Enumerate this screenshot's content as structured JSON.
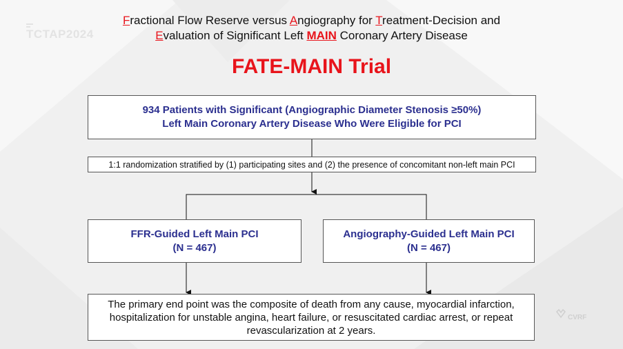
{
  "header": {
    "line1_parts": [
      {
        "text": "F",
        "style": "hl"
      },
      {
        "text": "ractional Flow Reserve versus ",
        "style": ""
      },
      {
        "text": "A",
        "style": "hl"
      },
      {
        "text": "ngiography for ",
        "style": ""
      },
      {
        "text": "T",
        "style": "hl"
      },
      {
        "text": "reatment-Decision and",
        "style": ""
      }
    ],
    "line2_parts": [
      {
        "text": "E",
        "style": "hl"
      },
      {
        "text": "valuation of Significant Left ",
        "style": ""
      },
      {
        "text": "MAIN",
        "style": "hlb"
      },
      {
        "text": " Coronary Artery Disease",
        "style": ""
      }
    ],
    "trial_name": "FATE-MAIN Trial"
  },
  "logo": {
    "text": "TCTAP2024"
  },
  "watermark": {
    "text": "CVRF"
  },
  "flow": {
    "patients": {
      "line1": "934 Patients with Significant (Angiographic Diameter Stenosis ≥50%)",
      "line2": "Left Main Coronary Artery Disease Who Were Eligible for PCI"
    },
    "randomization": "1:1 randomization stratified by (1) participating sites and (2) the presence of concomitant non-left main PCI",
    "arm_ffr": {
      "label": "FFR-Guided Left Main PCI",
      "n": "(N = 467)"
    },
    "arm_angio": {
      "label": "Angiography-Guided Left Main PCI",
      "n": "(N = 467)"
    },
    "endpoint": "The primary end point was the composite of death from any cause, myocardial infarction, hospitalization for unstable angina, heart failure, or resuscitated cardiac arrest, or repeat revascularization at 2 years."
  },
  "colors": {
    "accent_red": "#e8141b",
    "box_text_blue": "#2b2f8f",
    "background": "#f2f2f2"
  }
}
